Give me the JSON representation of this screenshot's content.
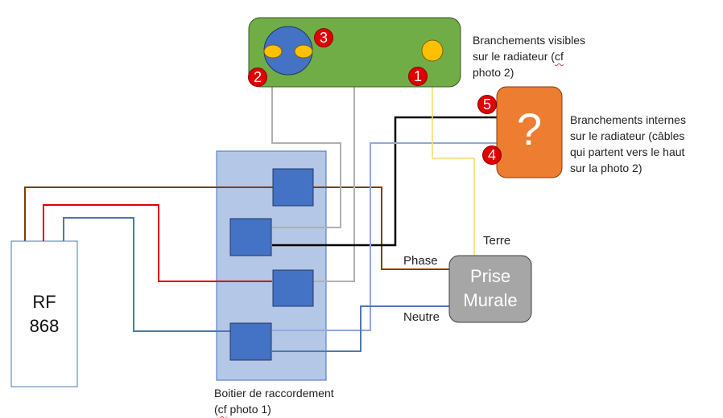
{
  "colors": {
    "radiator_green": "#70ad47",
    "circle_blue": "#4472c4",
    "pin_yellow": "#ffc000",
    "badge_red": "#e00000",
    "orange": "#ed7d31",
    "box_light_blue": "#b4c7e7",
    "terminal_blue": "#4472c4",
    "prise_gray": "#a6a6a6",
    "wire_brown": "#843c0c",
    "wire_red": "#e00000",
    "wire_blue": "#4f77b0",
    "wire_gray": "#b0b0b0",
    "wire_black": "#000000",
    "wire_yellow": "#ffd966",
    "wire_lightblue": "#8faadc"
  },
  "badges": [
    "1",
    "2",
    "3",
    "4",
    "5"
  ],
  "labels": {
    "visible_line1": "Branchements visibles",
    "visible_line2a": "sur le radiateur (",
    "visible_line2b": "cf",
    "visible_line3": "photo 2)",
    "internal_line1": "Branchements internes",
    "internal_line2": "sur le radiateur (câbles",
    "internal_line3": "qui partent vers le haut",
    "internal_line4": "sur la photo 2)",
    "question": "?",
    "rf_line1": "RF",
    "rf_line2": "868",
    "boitier_line1": "Boitier de raccordement",
    "boitier_line2a": "(",
    "boitier_line2b": "cf",
    "boitier_line2c": " photo 1)",
    "prise_line1": "Prise",
    "prise_line2": "Murale",
    "terre": "Terre",
    "phase": "Phase",
    "neutre": "Neutre"
  }
}
